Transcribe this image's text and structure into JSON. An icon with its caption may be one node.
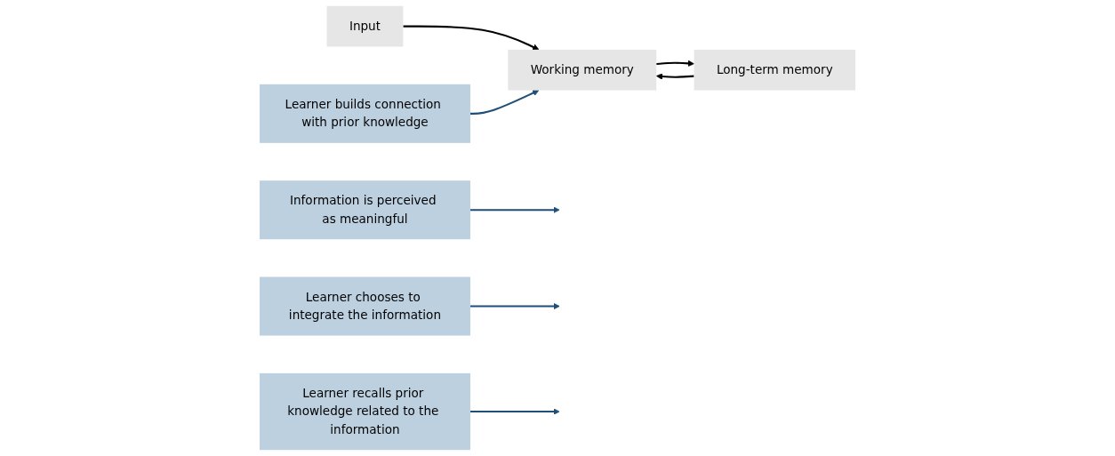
{
  "diagram": {
    "nodes": [
      {
        "text": [
          "Input"
        ]
      },
      {
        "text": [
          "Information is perceived as meaningful"
        ]
      },
      {
        "text": [
          "Working memory"
        ]
      },
      {
        "text": [
          "Learner chooses to integrate the information"
        ]
      },
      {
        "text": [
          "Long-term memory"
        ]
      },
      {
        "text": [
          "Learner builds connection with prior knowledge"
        ]
      },
      {
        "text": [
          "Learner recalls prior knowledge related to the information"
        ]
      }
    ],
    "edges": [
      {
        "from": 0,
        "to": 2,
        "arrow": "to",
        "color": "#000000"
      },
      {
        "from": 1,
        "to": null,
        "arrow": "to"
      },
      {
        "from": 2,
        "to": 4,
        "arrow": "to",
        "color": "#000000"
      },
      {
        "from": 3,
        "to": null,
        "arrow": "to"
      },
      {
        "from": 4,
        "to": 2,
        "arrow": "to",
        "color": "#000000"
      },
      {
        "from": 5,
        "to": 2,
        "arrow": "to"
      },
      {
        "from": 6,
        "to": null,
        "arrow": "to"
      }
    ]
  }
}
